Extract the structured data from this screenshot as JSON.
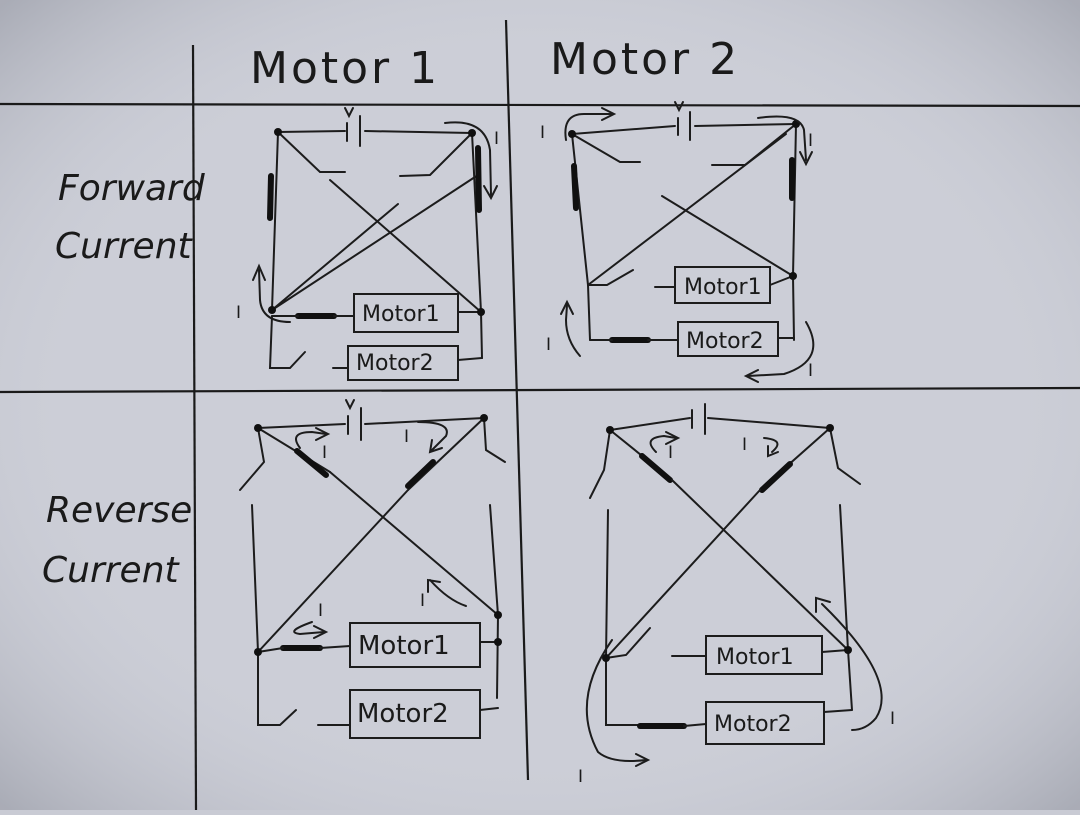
{
  "columns": [
    "Motor 1",
    "Motor 2"
  ],
  "rows": [
    [
      "Forward",
      "Current"
    ],
    [
      "Reverse",
      "Current"
    ]
  ],
  "motor_labels": {
    "m1": "Motor1",
    "m2": "Motor2",
    "m1_spaced": "Motor 1",
    "m2_spaced": "Motor 2"
  },
  "current_symbol": "I",
  "colors": {
    "paper": "#c9cbd4",
    "ink": "#1a1a1a"
  }
}
